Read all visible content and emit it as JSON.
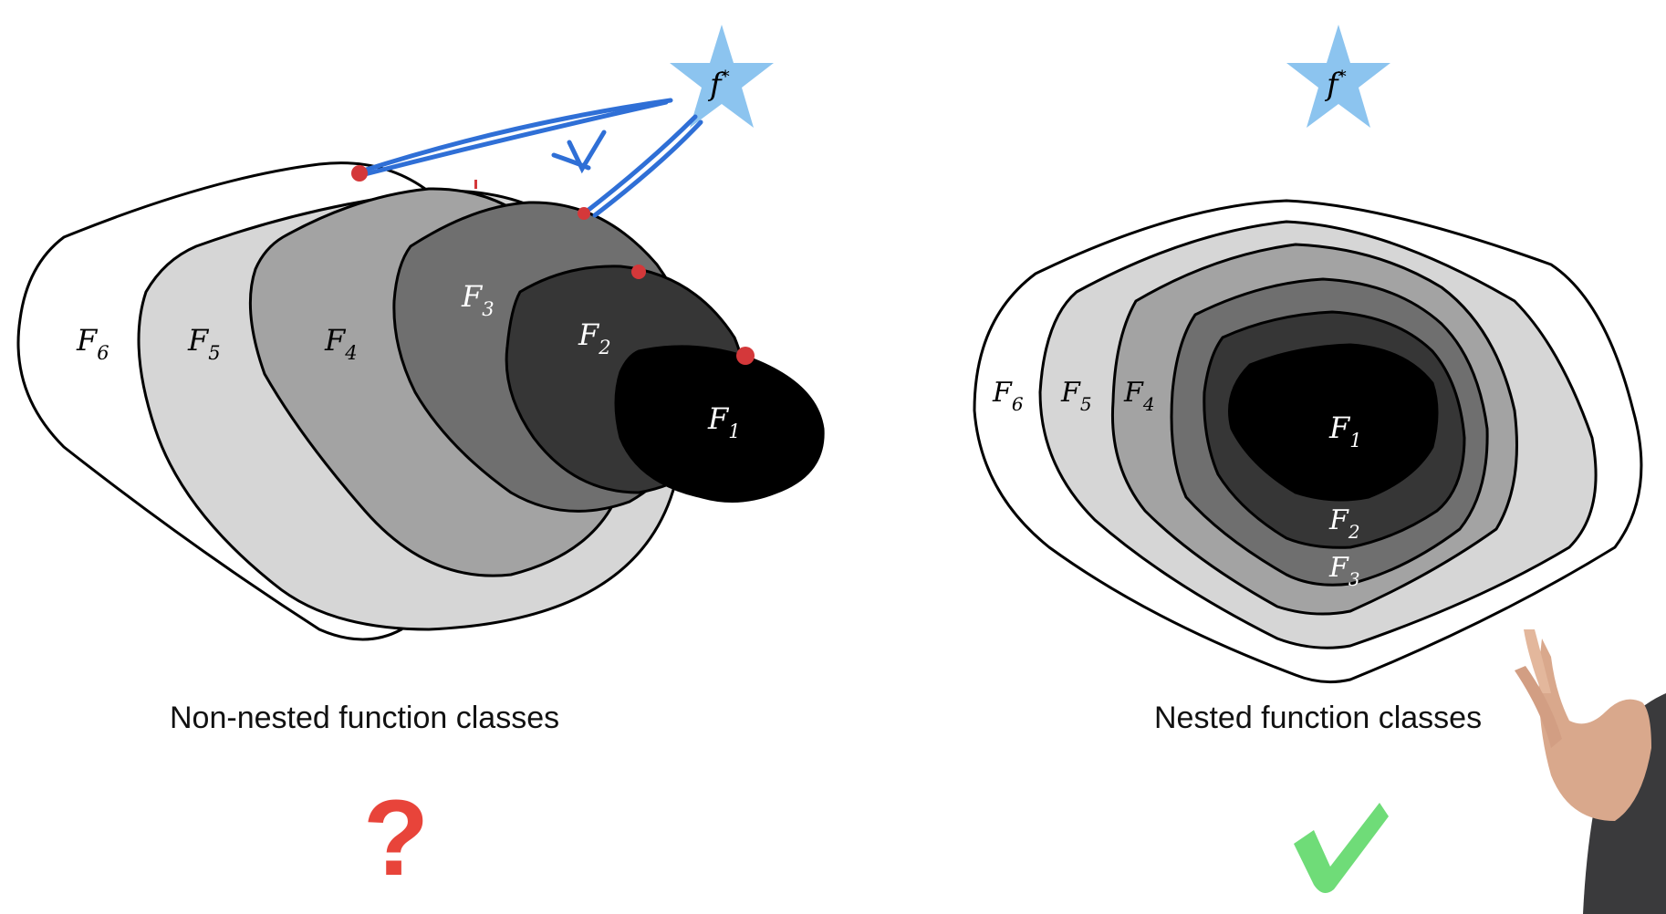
{
  "left_diagram": {
    "caption": "Non-nested function classes",
    "target_label": "f",
    "target_sup": "*",
    "class_labels": [
      {
        "base": "F",
        "sub": "6"
      },
      {
        "base": "F",
        "sub": "5"
      },
      {
        "base": "F",
        "sub": "4"
      },
      {
        "base": "F",
        "sub": "3"
      },
      {
        "base": "F",
        "sub": "2"
      },
      {
        "base": "F",
        "sub": "1"
      }
    ],
    "status_symbol": "?"
  },
  "right_diagram": {
    "caption": "Nested function classes",
    "target_label": "f",
    "target_sup": "*",
    "class_labels": [
      {
        "base": "F",
        "sub": "6"
      },
      {
        "base": "F",
        "sub": "5"
      },
      {
        "base": "F",
        "sub": "4"
      },
      {
        "base": "F",
        "sub": "3"
      },
      {
        "base": "F",
        "sub": "2"
      },
      {
        "base": "F",
        "sub": "1"
      }
    ],
    "status_symbol": "check"
  },
  "colors": {
    "star": "#8cc4ef",
    "annotation_blue": "#2f6fd6",
    "annotation_red": "#d4383a",
    "checkmark": "#6fdc78",
    "question_mark": "#e8443a",
    "class_fills": [
      "#ffffff",
      "#d6d6d6",
      "#a3a3a3",
      "#6f6f6f",
      "#363636",
      "#000000"
    ]
  }
}
